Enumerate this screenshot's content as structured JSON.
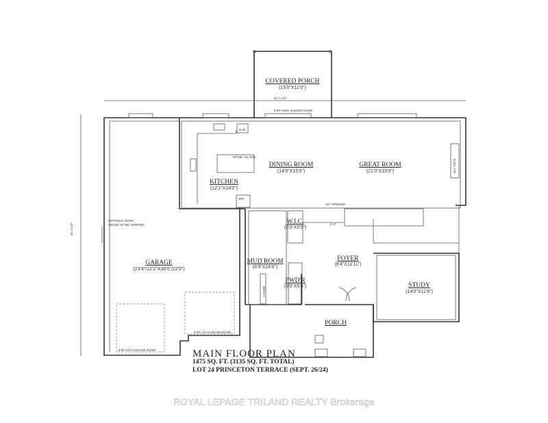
{
  "plan": {
    "title": "MAIN FLOOR PLAN",
    "area": "1475 SQ. FT. (3135 SQ. FT. TOTAL)",
    "lot": "LOT 24 PRINCETON TERRACE (SEPT. 26/24)",
    "width_dim": "61'-7 1/2\"",
    "depth_dim": "41'-2 1/2\""
  },
  "rooms": {
    "covered_porch": {
      "name": "COVERED PORCH",
      "size": "(15'0\"X11'0\")"
    },
    "dining": {
      "name": "DINING ROOM",
      "size": "(14'0\"X15'0\")"
    },
    "great": {
      "name": "GREAT ROOM",
      "size": "(21'0\"X15'0\")"
    },
    "kitchen": {
      "name": "KITCHEN",
      "size": "(12'1\"X14'0\")"
    },
    "garage": {
      "name": "GARAGE",
      "size": "(23'4\"/12'2\"X38'0\"/22'0\")"
    },
    "mud": {
      "name": "MUD ROOM",
      "size": "(6'9\"X16'0\")"
    },
    "wic": {
      "name": "W.I.C.",
      "size": "(5'0\"X5'5\")"
    },
    "pwdr": {
      "name": "PWD'R",
      "size": "(5'0\"X6'6\")"
    },
    "foyer": {
      "name": "FOYER",
      "size": "(9'4\"X11'11\")"
    },
    "study": {
      "name": "STUDY",
      "size": "(14'0\"X11'6\")"
    },
    "porch": {
      "name": "PORCH"
    }
  },
  "notes": {
    "sliding_door": "8'X8' HIGH SLIDING DOOR",
    "island": "78\"X36\" ISLAND",
    "dw": "D.W.",
    "ref": "REF.",
    "opening": "60\" OPENING",
    "optional_door": "OPTIONAL DOOR",
    "grade": "GRADE TO BE VERIFIED",
    "garage_door_1": "9'X8' O/H GARAGE DOOR",
    "garage_door_2": "9'X8' O/H GARAGE DOOR",
    "bench": "BENCH",
    "fireplace": "ELEC. F/P",
    "hall": "5'-6\""
  },
  "watermark": "ROYAL LEPAGE TRILAND REALTY  Brokerage"
}
